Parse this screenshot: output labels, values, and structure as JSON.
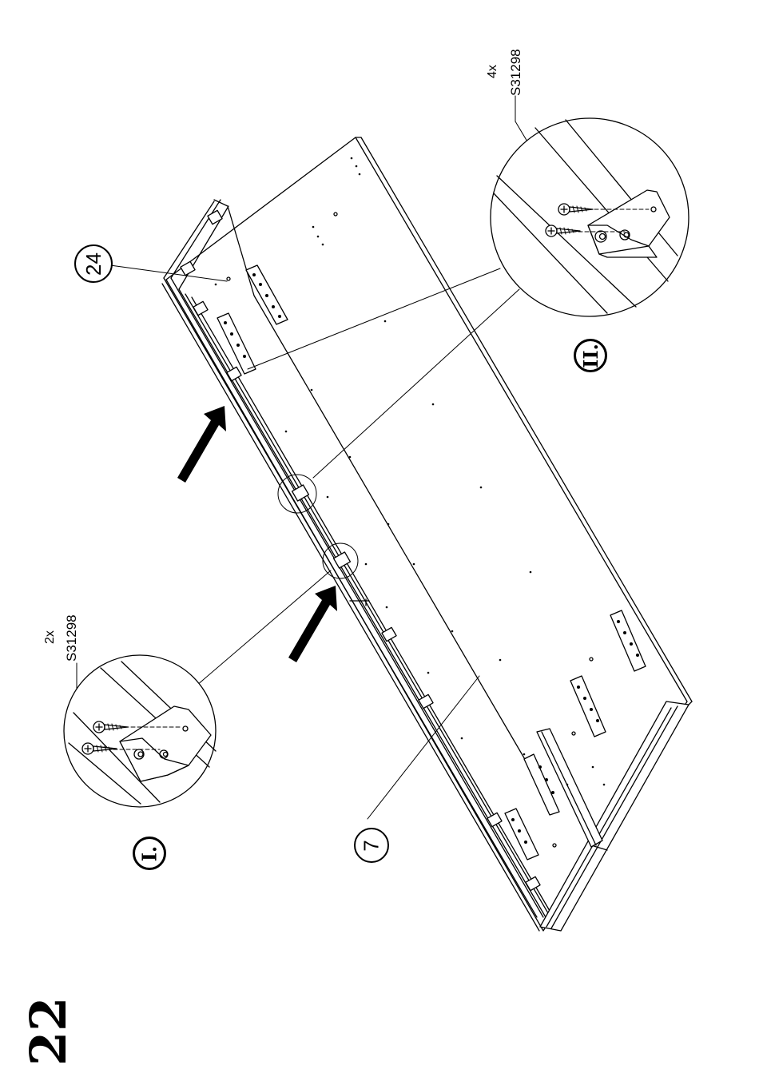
{
  "step": {
    "number": "22"
  },
  "callouts": {
    "part_24": "24",
    "part_7": "7"
  },
  "detail_1": {
    "label": "I.",
    "quantity": "2x",
    "part_code": "S31298"
  },
  "detail_2": {
    "label": "II.",
    "quantity": "4x",
    "part_code": "S31298"
  },
  "colors": {
    "line": "#000000",
    "background": "#ffffff"
  }
}
